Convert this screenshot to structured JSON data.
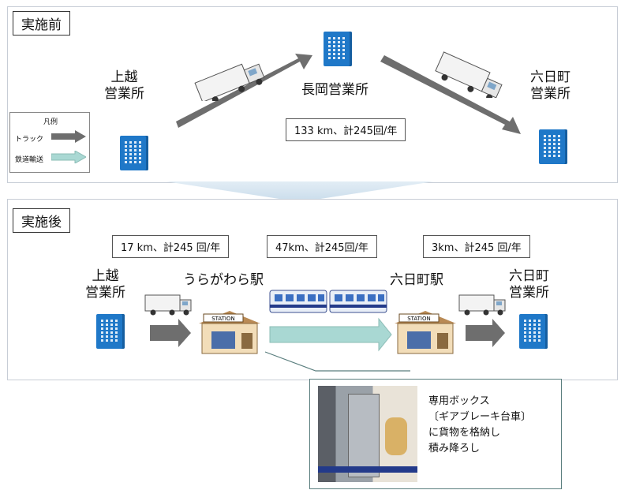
{
  "before": {
    "tag": "実施前",
    "office_left": [
      "上越",
      "営業所"
    ],
    "office_mid": "長岡営業所",
    "office_right": [
      "六日町",
      "営業所"
    ],
    "distance": "133 km、計245回/年"
  },
  "legend": {
    "title": "凡例",
    "truck_label": "トラック",
    "rail_label": "鉄道輸送"
  },
  "after": {
    "tag": "実施後",
    "seg1": "17 km、計245 回/年",
    "seg2": "47km、計245回/年",
    "seg3": "3km、計245 回/年",
    "office_left": [
      "上越",
      "営業所"
    ],
    "station_left": "うらがわら駅",
    "station_right": "六日町駅",
    "office_right": [
      "六日町",
      "営業所"
    ],
    "station_sign": "STATION"
  },
  "photo": {
    "lines": [
      "専用ボックス",
      "〔ギアブレーキ台車〕",
      "に貨物を格納し",
      "積み降ろし"
    ]
  },
  "colors": {
    "office_blue": "#1f78c8",
    "truck_arrow": "#6e6e6e",
    "rail_arrow": "#a9d8d3"
  }
}
